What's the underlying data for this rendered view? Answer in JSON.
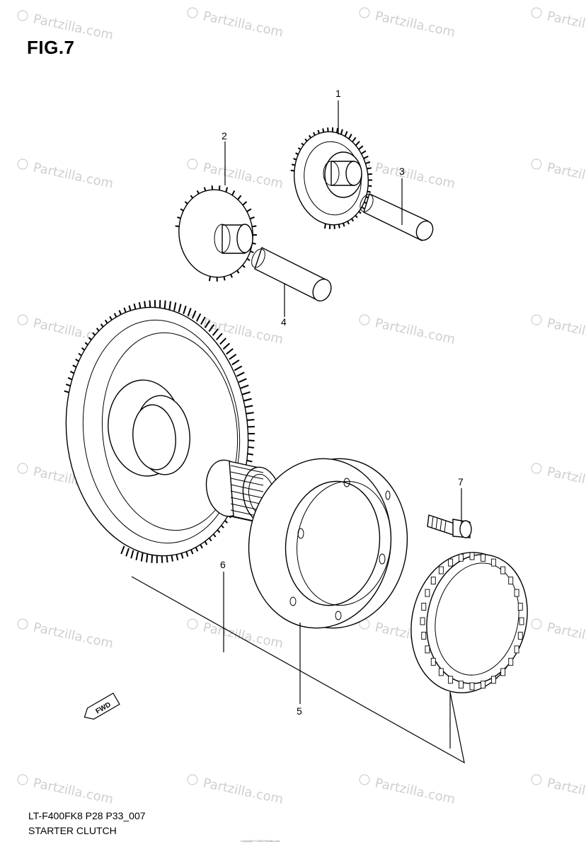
{
  "figure": {
    "title": "FIG.7"
  },
  "watermark": {
    "text": "Partzilla.com",
    "symbol": "©"
  },
  "callouts": [
    {
      "id": "1",
      "label": "1"
    },
    {
      "id": "2",
      "label": "2"
    },
    {
      "id": "3",
      "label": "3"
    },
    {
      "id": "4",
      "label": "4"
    },
    {
      "id": "5",
      "label": "5"
    },
    {
      "id": "6",
      "label": "6"
    },
    {
      "id": "7",
      "label": "7"
    }
  ],
  "direction_marker": {
    "label": "FWD"
  },
  "footer": {
    "code": "LT-F400FK8  P28  P33_007",
    "title": "STARTER CLUTCH",
    "copyright": "Copyright © 2008 Partzilla.com"
  }
}
